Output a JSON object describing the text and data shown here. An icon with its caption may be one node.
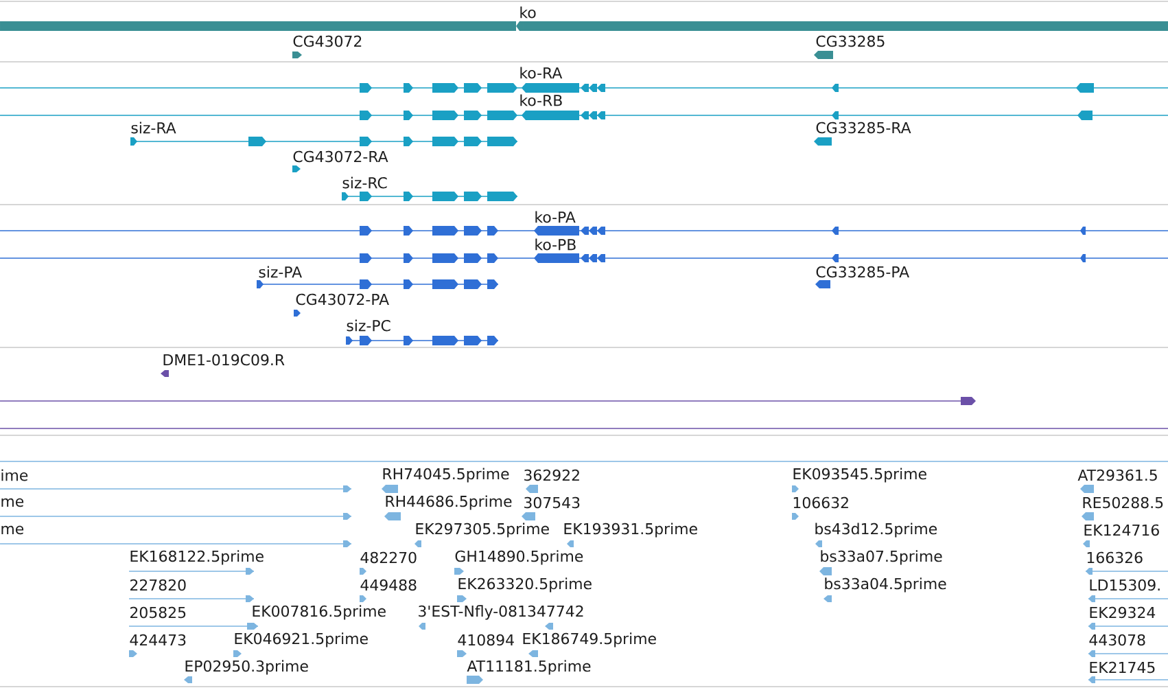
{
  "diagram": {
    "labels": [
      "ko",
      "CG43072",
      "CG33285",
      "ko-RA",
      "ko-RB",
      "siz-RA",
      "CG33285-RA",
      "CG43072-RA",
      "siz-RC",
      "ko-PA",
      "ko-PB",
      "siz-PA",
      "CG33285-PA",
      "CG43072-PA",
      "siz-PC",
      "DME1-019C09.R",
      "ime",
      "RH74045.5prime",
      "362922",
      "EK093545.5prime",
      "AT29361.5",
      "me",
      "RH44686.5prime",
      "307543",
      "106632",
      "RE50288.5",
      "me",
      "EK297305.5prime",
      "EK193931.5prime",
      "bs43d12.5prime",
      "EK124716",
      "EK168122.5prime",
      "482270",
      "GH14890.5prime",
      "bs33a07.5prime",
      "166326",
      "227820",
      "449488",
      "EK263320.5prime",
      "bs33a04.5prime",
      "LD15309.",
      "205825",
      "EK007816.5prime",
      "3'EST-Nfly-081347742",
      "EK29324",
      "424473",
      "EK046921.5prime",
      "410894",
      "EK186749.5prime",
      "443078",
      "EP02950.3prime",
      "AT11181.5prime",
      "EK21745"
    ]
  }
}
